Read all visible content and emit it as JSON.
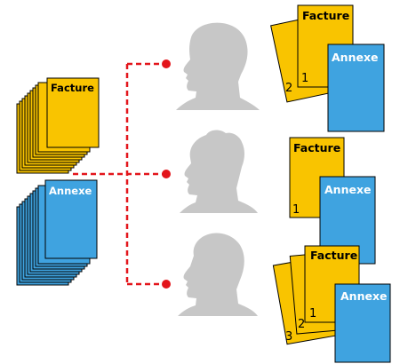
{
  "colors": {
    "invoice": "#F9C400",
    "annex": "#3FA3E0",
    "outline": "#000000",
    "silhouette": "#C7C7C7",
    "connector": "#E3151B"
  },
  "source_stacks": {
    "invoice_label": "Facture",
    "annex_label": "Annexe"
  },
  "recipients": [
    {
      "invoice_label": "Facture",
      "annex_label": "Annexe",
      "copy_numbers": [
        "1",
        "2"
      ]
    },
    {
      "invoice_label": "Facture",
      "annex_label": "Annexe",
      "copy_numbers": [
        "1"
      ]
    },
    {
      "invoice_label": "Facture",
      "annex_label": "Annexe",
      "copy_numbers": [
        "1",
        "2",
        "3"
      ]
    }
  ]
}
